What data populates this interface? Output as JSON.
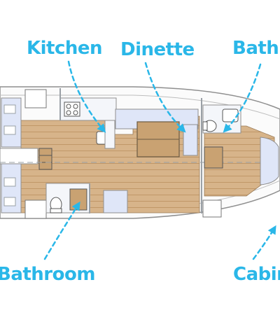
{
  "labels": {
    "kitchen": "Kitchen",
    "dinette": "Dinette",
    "bathroom_fwd": "Bathroom",
    "bathroom_aft": "Bathroom",
    "cabin": "Cabin"
  },
  "colors": {
    "accent": "#2ab7e8",
    "deck": "#d7b48a",
    "deck_line": "#b98d5c",
    "cushion": "#dfe6f8",
    "hull_line": "#8f8f8f",
    "wall": "#9aa0a6"
  },
  "icons": [
    "arrow-icon",
    "toilet-icon",
    "sink-icon",
    "stove-icon",
    "table-icon",
    "bed-icon"
  ]
}
